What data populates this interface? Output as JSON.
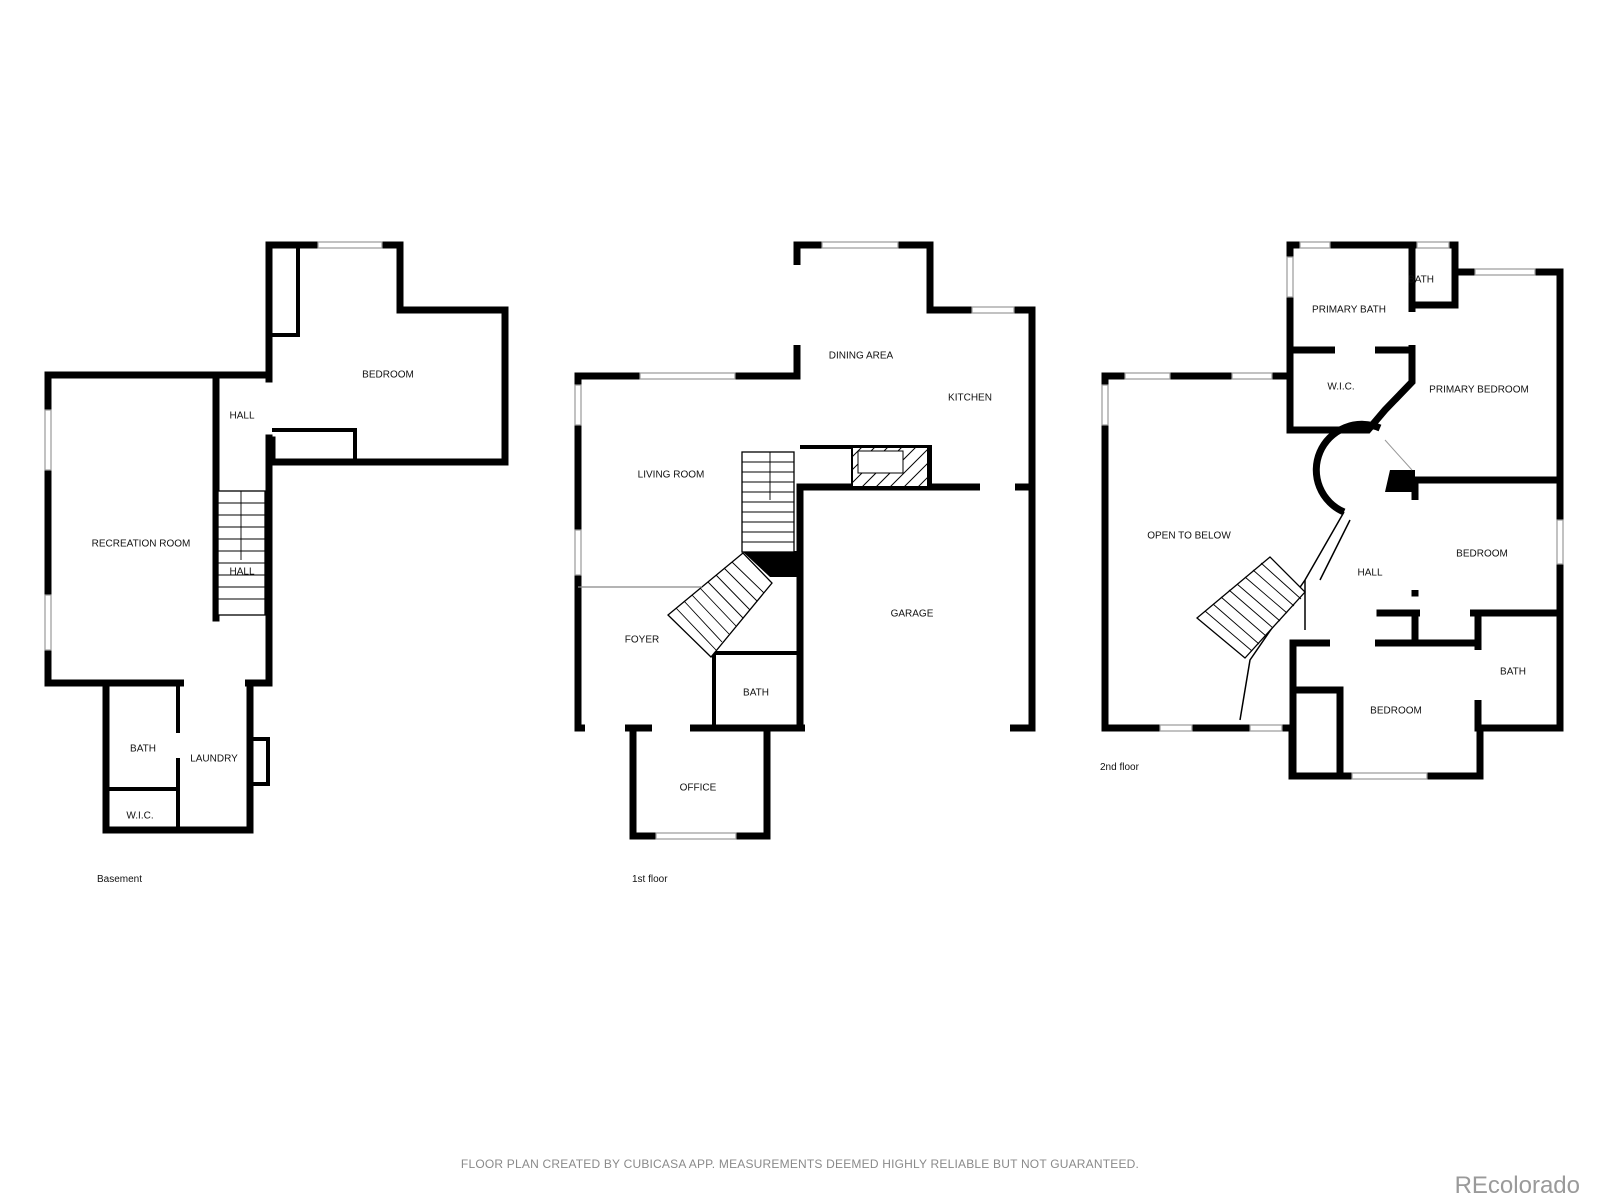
{
  "floors": {
    "basement": {
      "label": "Basement",
      "rooms": {
        "bedroom": "BEDROOM",
        "hall_upper": "HALL",
        "recreation_room": "RECREATION ROOM",
        "hall_lower": "HALL",
        "bath": "BATH",
        "laundry": "LAUNDRY",
        "wic": "W.I.C."
      }
    },
    "first": {
      "label": "1st floor",
      "rooms": {
        "dining_area": "DINING AREA",
        "kitchen": "KITCHEN",
        "living_room": "LIVING ROOM",
        "garage": "GARAGE",
        "foyer": "FOYER",
        "bath": "BATH",
        "office": "OFFICE"
      }
    },
    "second": {
      "label": "2nd floor",
      "rooms": {
        "bath_small": "BATH",
        "primary_bath": "PRIMARY BATH",
        "wic": "W.I.C.",
        "primary_bedroom": "PRIMARY BEDROOM",
        "open_to_below": "OPEN TO BELOW",
        "hall": "HALL",
        "bedroom_east": "BEDROOM",
        "bath": "BATH",
        "bedroom_south": "BEDROOM"
      }
    }
  },
  "footer": {
    "disclaimer": "FLOOR PLAN CREATED BY CUBICASA APP. MEASUREMENTS DEEMED HIGHLY RELIABLE BUT NOT GUARANTEED.",
    "brand": "REcolorado"
  }
}
